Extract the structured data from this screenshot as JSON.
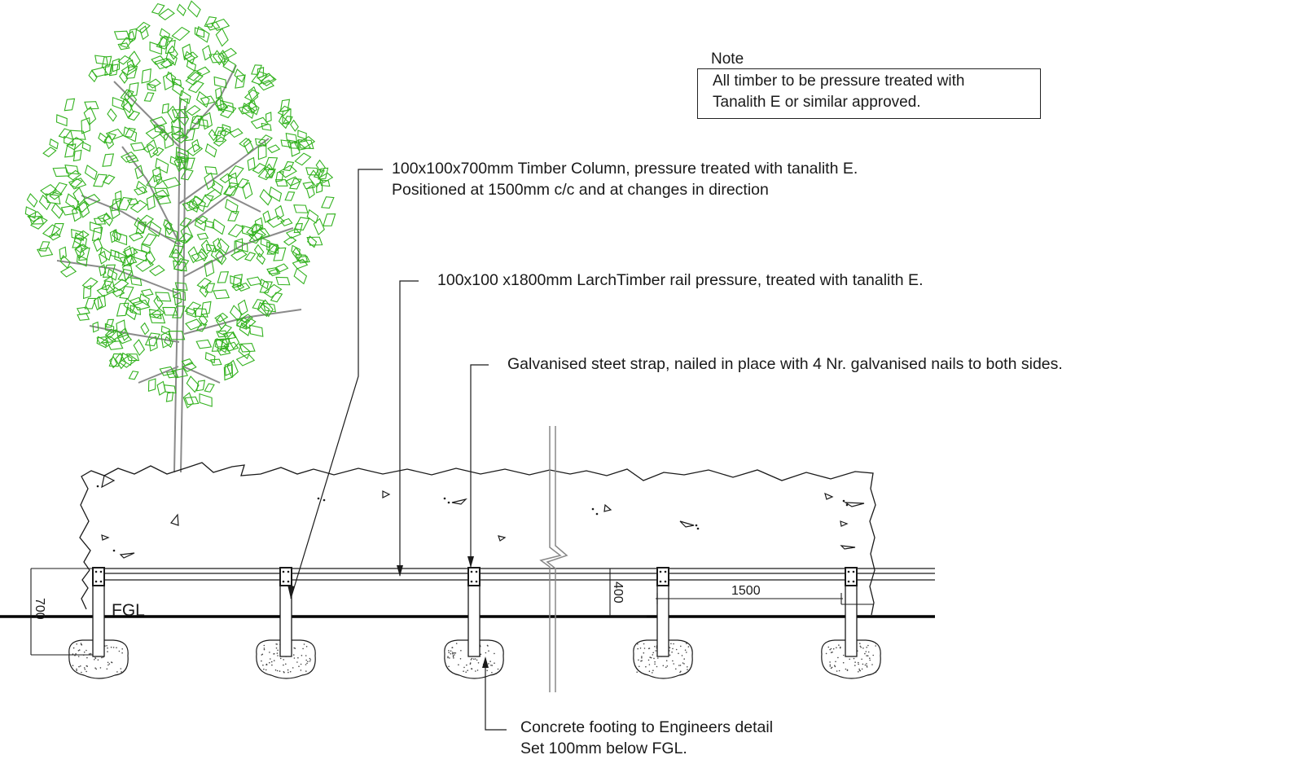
{
  "note": {
    "title": "Note",
    "lines": [
      "All timber to be pressure treated with",
      "Tanalith E or similar approved."
    ]
  },
  "callouts": {
    "column": [
      "100x100x700mm Timber Column, pressure treated with tanalith E.",
      "Positioned at 1500mm c/c and at changes in direction"
    ],
    "rail": [
      "100x100 x1800mm LarchTimber rail pressure, treated with tanalith E."
    ],
    "strap": [
      "Galvanised steet strap, nailed in place with 4 Nr. galvanised nails to both sides."
    ],
    "footing": [
      "Concrete footing to Engineers detail",
      "Set 100mm below FGL."
    ]
  },
  "dimensions": {
    "height_700": "700",
    "height_400": "400",
    "spacing_1500": "1500"
  },
  "ground_label": "FGL",
  "colors": {
    "line": "#1a1a1a",
    "foliage": "#33b21f",
    "trunk": "#8a8a8a"
  }
}
